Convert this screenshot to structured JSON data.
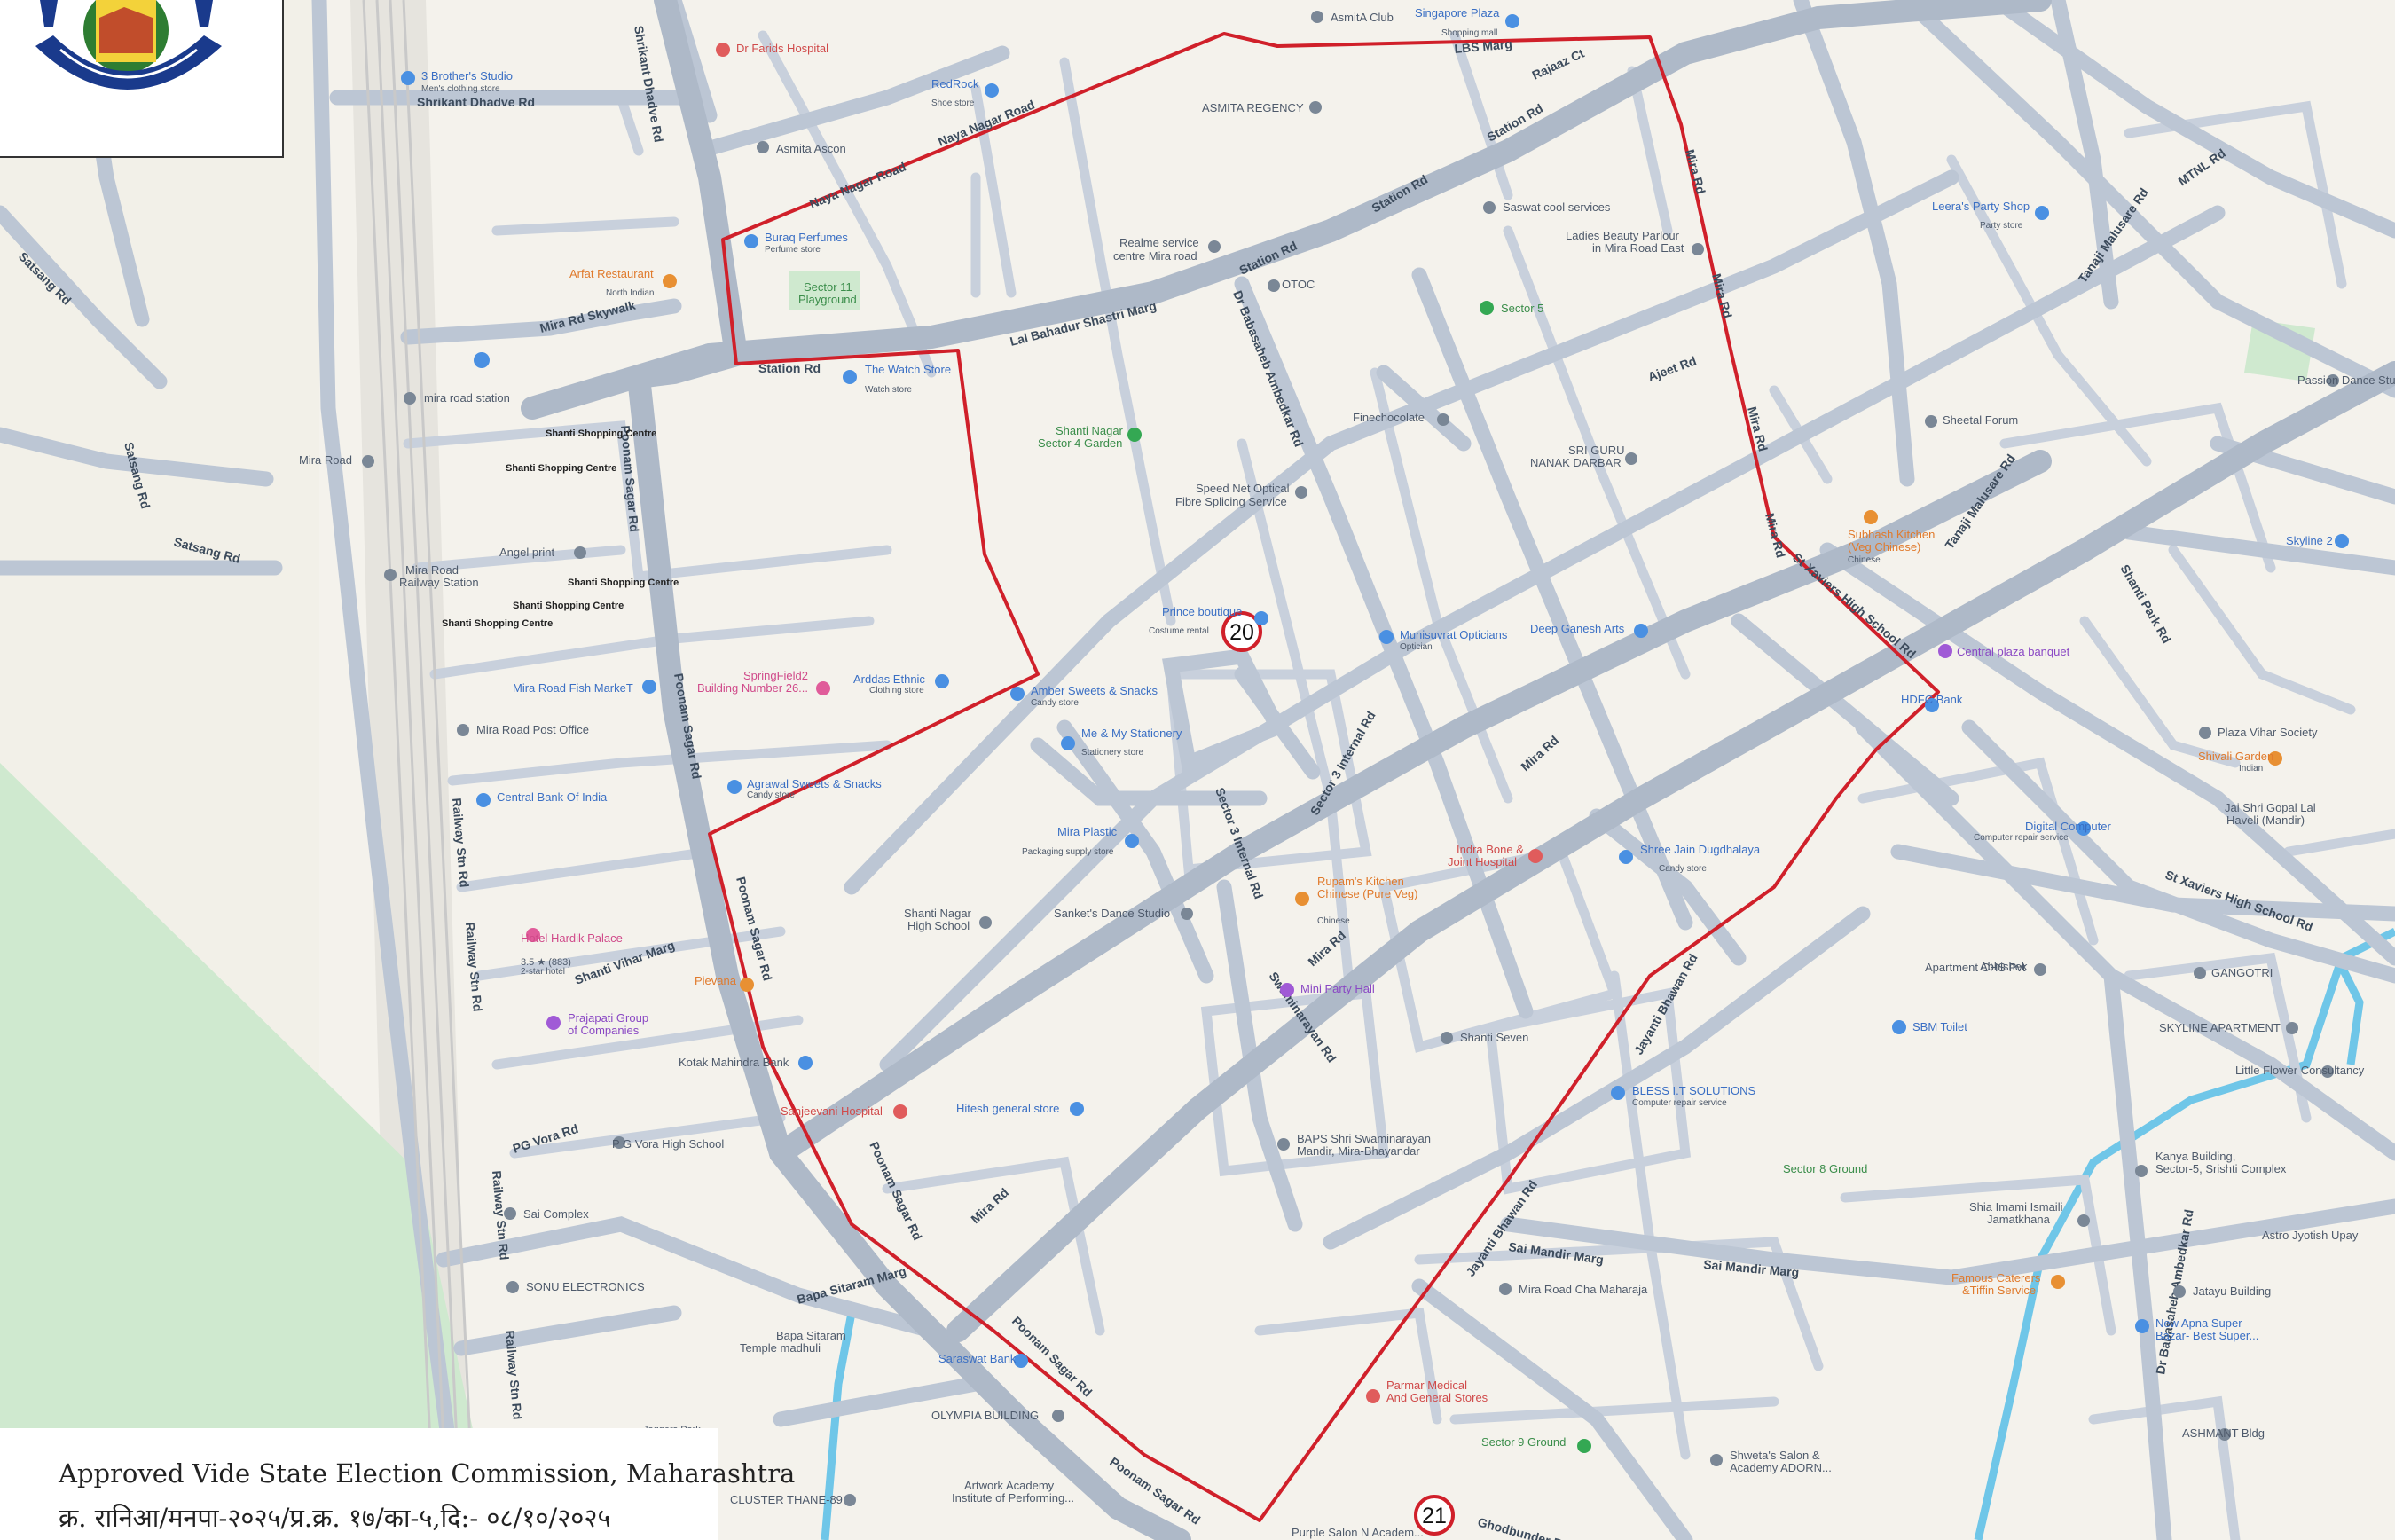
{
  "map": {
    "ward_markers": [
      "20",
      "21"
    ],
    "boundary_color": "#d0202a",
    "road_color": "#bfc8d6",
    "water_color": "#6fc6e8",
    "park_color": "#cfe9cf",
    "streets": {
      "lal_bahadur": "Lal Bahadur Shastri Marg",
      "station_rd_1": "Station Rd",
      "station_rd_2": "Station Rd",
      "station_rd_3": "Station Rd",
      "station_rd_4": "Station Rd",
      "naya_nagar_1": "Naya Nagar Road",
      "naya_nagar_2": "Naya Nagar Road",
      "lbs_marg": "LBS Marg",
      "rajaaz_ct": "Rajaaz Ct",
      "mira_rd_1": "Mira Rd",
      "mira_rd_2": "Mira Rd",
      "mira_rd_3": "Mira Rd",
      "mira_rd_4": "Mira Rd",
      "mira_rd_5": "Mira Rd",
      "mira_rd_6": "Mira Rd",
      "mira_rd_7": "Mira Rd",
      "poonam_sagar_1": "Poonam Sagar Rd",
      "poonam_sagar_2": "Poonam Sagar Rd",
      "poonam_sagar_3": "Poonam Sagar Rd",
      "poonam_sagar_4": "Poonam Sagar Rd",
      "poonam_sagar_5": "Poonam Sagar Rd",
      "poonam_sagar_6": "Poonam Sagar Rd",
      "railway_1": "Railway Stn Rd",
      "railway_2": "Railway Stn Rd",
      "railway_3": "Railway Stn Rd",
      "railway_4": "Railway Stn Rd",
      "st_xaviers_1": "St Xaviers High School Rd",
      "st_xaviers_2": "St Xaviers High School Rd",
      "tanaji_1": "Tanaji Malusare Rd",
      "tanaji_2": "Tanaji Malusare Rd",
      "jayanti_1": "Jayanti Bhawan Rd",
      "jayanti_2": "Jayanti Bhawan Rd",
      "babasaheb": "Dr Babasaheb Ambedkar Rd",
      "pg_vora": "PG Vora Rd",
      "shanti_vihar": "Shanti Vihar Marg",
      "bapa_sitaram": "Bapa Sitaram Marg",
      "sai_mandir_1": "Sai Mandir Marg",
      "sai_mandir_2": "Sai Mandir Marg",
      "swaminarayan": "Swaminarayan Rd",
      "mtnl": "MTNL Rd",
      "satsang_1": "Satsang Rd",
      "satsang_2": "Satsang Rd",
      "satsang_3": "Satsang Rd",
      "shrikant": "Shrikant Dhadve Rd",
      "shrikant_2": "Shrikant Dhadve Rd",
      "mira_rd_skywalk": "Mira Rd Skywalk",
      "ambedkar_2": "Dr Babasaheb Ambedkar Rd",
      "sector_3": "Sector 3 Internal Rd",
      "sector_3b": "Sector 3 Internal Rd",
      "ajeet": "Ajeet Rd",
      "shanti_park": "Shanti Park Rd",
      "ghodbunder": "Ghodbunder Rd"
    },
    "places": {
      "asmita_club": "AsmitA Club",
      "singapore_plaza": "Singapore Plaza",
      "singapore_plaza_sub": "Shopping mall",
      "dr_farids": "Dr Farids Hospital",
      "brothers_studio": "3 Brother's Studio",
      "brothers_studio_sub": "Men's clothing store",
      "redrock": "RedRock",
      "redrock_sub": "Shoe store",
      "asmita_regency": "ASMITA REGENCY",
      "asmita_ascon": "Asmita Ascon",
      "buraq": "Buraq Perfumes",
      "buraq_sub": "Perfume store",
      "realme": "Realme service",
      "realme_2": "centre Mira road",
      "saswat": "Saswat cool services",
      "ladies_beauty": "Ladies Beauty Parlour",
      "ladies_beauty_2": "in Mira Road East",
      "leera": "Leera's Party Shop",
      "leera_sub": "Party store",
      "arfat": "Arfat Restaurant",
      "arfat_sub": "North Indian",
      "sector11": "Sector 11",
      "sector11_b": "Playground",
      "otoc": "OTOC",
      "sector5": "Sector 5",
      "watch_store": "The Watch Store",
      "watch_store_sub": "Watch store",
      "mira_road_station": "mira road station",
      "mira_road": "Mira Road",
      "shanti_nagar_garden": "Shanti Nagar",
      "shanti_nagar_garden_b": "Sector 4 Garden",
      "finechocolate": "Finechocolate",
      "sri_guru": "SRI GURU",
      "sri_guru_b": "NANAK DARBAR",
      "sheetal_forum": "Sheetal Forum",
      "passion_dance": "Passion Dance Stu",
      "shanti_shopping_1": "Shanti Shopping Centre",
      "shanti_shopping_2": "Shanti Shopping Centre",
      "shanti_shopping_3": "Shanti Shopping Centre",
      "shanti_shopping_4": "Shanti Shopping Centre",
      "shanti_shopping_5": "Shanti Shopping Centre",
      "speed_net": "Speed Net Optical",
      "speed_net_2": "Fibre Splicing Service",
      "angel_print": "Angel print",
      "mira_road_rs": "Mira Road",
      "mira_road_rs_2": "Railway Station",
      "subhash_kitchen": "Subhash Kitchen",
      "subhash_kitchen_2": "(Veg Chinese)",
      "subhash_kitchen_sub": "Chinese",
      "skyline_2": "Skyline 2",
      "prince_boutique": "Prince boutique",
      "prince_boutique_sub": "Costume rental",
      "munisuvrat": "Munisuvrat Opticians",
      "munisuvrat_sub": "Optician",
      "deep_ganesh": "Deep Ganesh Arts",
      "central_plaza": "Central plaza banquet",
      "mira_fish": "Mira Road Fish MarkeT",
      "springfield": "SpringField2",
      "springfield_2": "Building Number 26...",
      "arddas": "Arddas Ethnic",
      "arddas_sub": "Clothing store",
      "amber": "Amber Sweets & Snacks",
      "amber_sub": "Candy store",
      "hdfc": "HDFC Bank",
      "plaza_vihar": "Plaza Vihar Society",
      "shivali": "Shivali Garden",
      "shivali_sub": "Indian",
      "mira_post": "Mira Road Post Office",
      "me_my": "Me & My Stationery",
      "me_my_sub": "Stationery store",
      "agrawal": "Agrawal Sweets & Snacks",
      "agrawal_sub": "Candy store",
      "central_bank": "Central Bank Of India",
      "digital_computer": "Digital Computer",
      "digital_computer_sub": "Computer repair service",
      "jai_shri": "Jai Shri Gopal Lal",
      "jai_shri_2": "Haveli (Mandir)",
      "mira_plastic": "Mira Plastic",
      "mira_plastic_sub": "Packaging supply store",
      "indra_bone": "Indra Bone &",
      "indra_bone_2": "Joint Hospital",
      "shree_jain": "Shree Jain Dugdhalaya",
      "shree_jain_sub": "Candy store",
      "rupams": "Rupam's Kitchen",
      "rupams_2": "Chinese (Pure Veg)",
      "rupams_sub": "Chinese",
      "shanti_school": "Shanti Nagar",
      "shanti_school_2": "High School",
      "sankets": "Sanket's Dance Studio",
      "hotel_hardik": "Hotel Hardik Palace",
      "hotel_hardik_2": "3.5 ★ (883)",
      "hotel_hardik_3": "2-star hotel",
      "abhishek": "Abhishek",
      "abhishek_2": "Apartment CHS Pvt",
      "gangotri": "GANGOTRI",
      "pievana": "Pievana",
      "prajapati": "Prajapati Group",
      "prajapati_2": "of Companies",
      "mini_party": "Mini Party Hall",
      "sbm_toilet": "SBM Toilet",
      "skyline_apartment": "SKYLINE APARTMENT",
      "shanti_seven": "Shanti Seven",
      "kotak": "Kotak Mahindra Bank",
      "little_flower": "Little Flower Consultancy",
      "bless": "BLESS I.T SOLUTIONS",
      "bless_sub": "Computer repair service",
      "sanjeevani": "Sanjeevani Hospital",
      "hitesh": "Hitesh general store",
      "pg_vora_school": "P G Vora High School",
      "baps": "BAPS Shri Swaminarayan",
      "baps_2": "Mandir, Mira-Bhayandar",
      "sector8": "Sector 8 Ground",
      "kanya": "Kanya Building,",
      "kanya_2": "Sector-5, Srishti Complex",
      "sai_complex": "Sai Complex",
      "shia": "Shia Imami Ismaili",
      "shia_2": "Jamatkhana",
      "astro": "Astro Jyotish Upay",
      "cha_maharaja": "Mira Road Cha Maharaja",
      "sonu": "SONU ELECTRONICS",
      "famous": "Famous Caterers",
      "famous_2": "&Tiffin Service",
      "jatayu": "Jatayu Building",
      "bapa_temple": "Bapa Sitaram",
      "bapa_temple_2": "Temple madhuli",
      "new_apna": "New Apna Super",
      "new_apna_2": "Bazar- Best Super...",
      "saraswat": "Saraswat Bank",
      "parmar": "Parmar Medical",
      "parmar_2": "And General Stores",
      "olympia": "OLYMPIA BUILDING",
      "joggers": "Joggers Park",
      "sector9": "Sector 9 Ground",
      "shwetas": "Shweta's Salon &",
      "shwetas_2": "Academy ADORN...",
      "ashmant": "ASHMANT Bldg",
      "cluster": "CLUSTER THANE-89",
      "artwork": "Artwork Academy",
      "artwork_2": "Institute of Performing...",
      "purple": "Purple Salon N Academ..."
    }
  },
  "approval": {
    "line1": "Approved Vide State Election Commission, Maharashtra",
    "line2": "क्र. रानिआ/मनपा-२०२५/प्र.क्र. १७/का-५,दि:- ०८/१०/२०२५"
  }
}
